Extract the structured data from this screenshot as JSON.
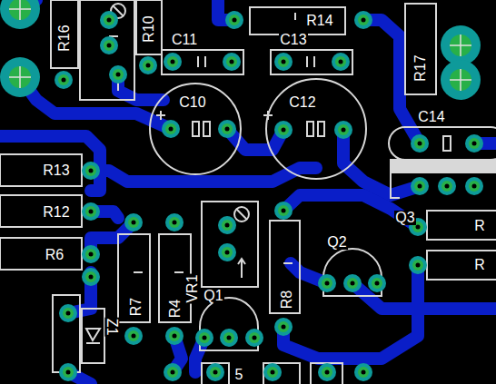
{
  "diagram": {
    "labels": [
      "R16",
      "R10",
      "C11",
      "R14",
      "C13",
      "R17",
      "C10",
      "C12",
      "C14",
      "R13",
      "R12",
      "R6",
      "Q3",
      "R",
      "R",
      "Q2",
      "Q1",
      "R7",
      "R4",
      "VR1",
      "R8",
      "Z1",
      "5"
    ]
  }
}
